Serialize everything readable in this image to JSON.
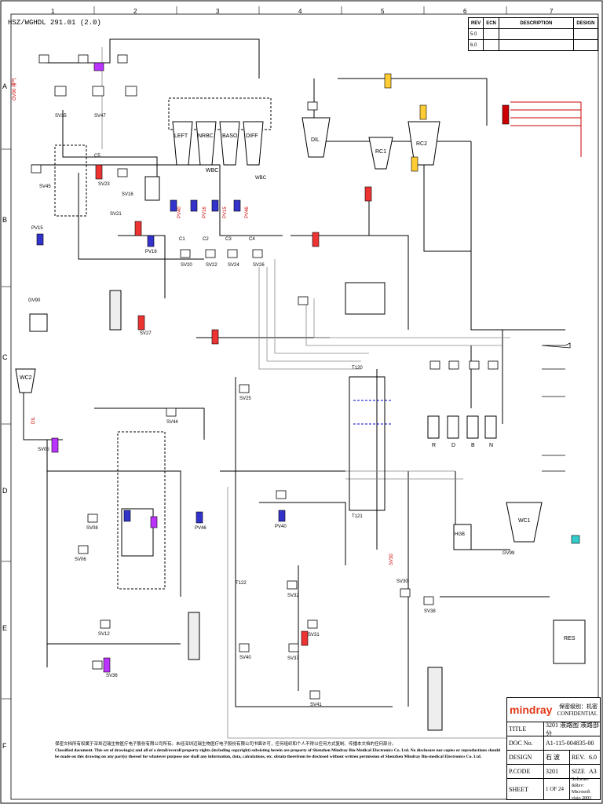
{
  "header": {
    "id": "HSZ/WGHDL 291.01 (2.0)"
  },
  "grid": {
    "columns": [
      "1",
      "2",
      "3",
      "4",
      "5",
      "6",
      "7"
    ],
    "rows": [
      "A",
      "B",
      "C",
      "D",
      "E",
      "F"
    ]
  },
  "revision_table": {
    "headers": [
      "REV",
      "ECN",
      "DESCRIPTION",
      "DESIGN"
    ],
    "rows": [
      [
        "5.0",
        "",
        "",
        ""
      ],
      [
        "6.0",
        "",
        "",
        ""
      ]
    ]
  },
  "diagram_labels": {
    "chambers": [
      "DIFF",
      "BASO",
      "NRBC",
      "LEFT",
      "WBC",
      "DIL",
      "RC1",
      "RC2",
      "RES",
      "WC1",
      "WC2",
      "HGB"
    ],
    "valves_top": [
      "SV45",
      "SV23",
      "SV16",
      "SV21",
      "SV35",
      "SV47"
    ],
    "valves_mid": [
      "SV20",
      "SV22",
      "SV24",
      "SV26",
      "SV30",
      "SV31",
      "SV32",
      "SV37",
      "SV38"
    ],
    "valves_low": [
      "SV05",
      "SV06",
      "SV08",
      "SV12",
      "SV25",
      "SV27",
      "SV36",
      "SV40",
      "SV41",
      "SV44"
    ],
    "pumps": [
      "PV15",
      "PV16",
      "PV40",
      "PV46"
    ],
    "reagents_right": [
      "R",
      "D",
      "B",
      "N"
    ],
    "misc": [
      "C1",
      "C2",
      "C3",
      "C4",
      "C5",
      "T120",
      "T121",
      "T122",
      "GV90",
      "GV99",
      "WBC"
    ]
  },
  "title_block": {
    "logo": "mindray",
    "confidential_cn": "保密级别：机密",
    "confidential": "CONFIDENTIAL",
    "fields": [
      {
        "k": "TITLE",
        "v": "3201 液路图 液路部分"
      },
      {
        "k": "DOC No.",
        "v": "A1-115-004835-00"
      },
      {
        "k": "DESIGN",
        "v": "石 波",
        "k2": "REV.",
        "v2": "6.0"
      },
      {
        "k": "P.CODE",
        "v": "3201",
        "k2": "SIZE",
        "v2": "A3"
      },
      {
        "k": "SHEET",
        "v": "1  OF 24",
        "k2": "Software &Rev:",
        "v2": "Microsoft visio 2003"
      }
    ]
  },
  "notice": {
    "cn": "保密文档所有权属于深圳迈瑞生物医疗电子股份有限公司所有。未经深圳迈瑞生物医疗电子股份有限公司书面许可，任何组织和个人不得以任何方式复制、传播本文档的任何部分。",
    "en": "Classified document. This set of drawing(s) and all of a detail/overall property rights (including copyright) subsisting herein are property of Shenzhen Mindray Bio-Medical Electronics Co. Ltd. No disclosure nor copies or reproductions should be made on this drawing on any part(s) thereof for whatever purpose nor shall any information, data, calculations, etc. obtain therefrom be disclosed without written permission of Shenzhen Mindray Bio-medical Electronics Co. Ltd."
  }
}
